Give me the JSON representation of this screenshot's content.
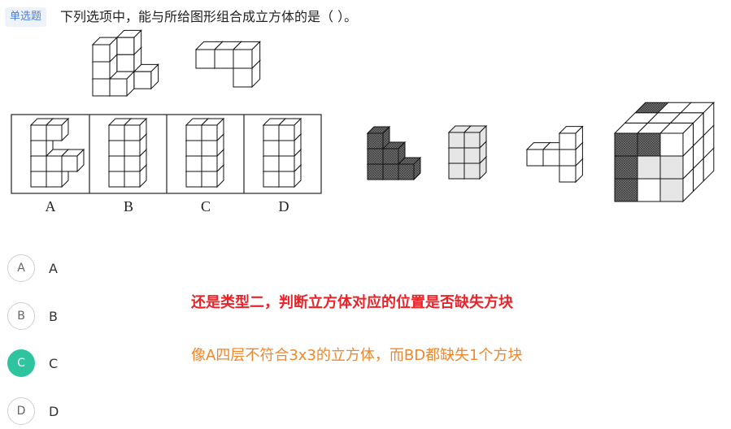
{
  "question": {
    "type_tag": "单选题",
    "text": "下列选项中，能与所给图形组合成立方体的是（    ）。"
  },
  "figure": {
    "option_labels": [
      "A",
      "B",
      "C",
      "D"
    ]
  },
  "options": [
    {
      "badge": "A",
      "label": "A",
      "selected": false
    },
    {
      "badge": "B",
      "label": "B",
      "selected": false
    },
    {
      "badge": "C",
      "label": "C",
      "selected": true
    },
    {
      "badge": "D",
      "label": "D",
      "selected": false
    }
  ],
  "notes": {
    "line1": "还是类型二，判断立方体对应的位置是否缺失方块",
    "line2": "像A四层不符合3x3的立方体，而BD都缺失1个方块"
  },
  "colors": {
    "tag_bg": "#eef3fb",
    "tag_text": "#4a7fd6",
    "selected": "#2ec4a0",
    "note_red": "#e8242a",
    "note_orange": "#f0872a"
  }
}
